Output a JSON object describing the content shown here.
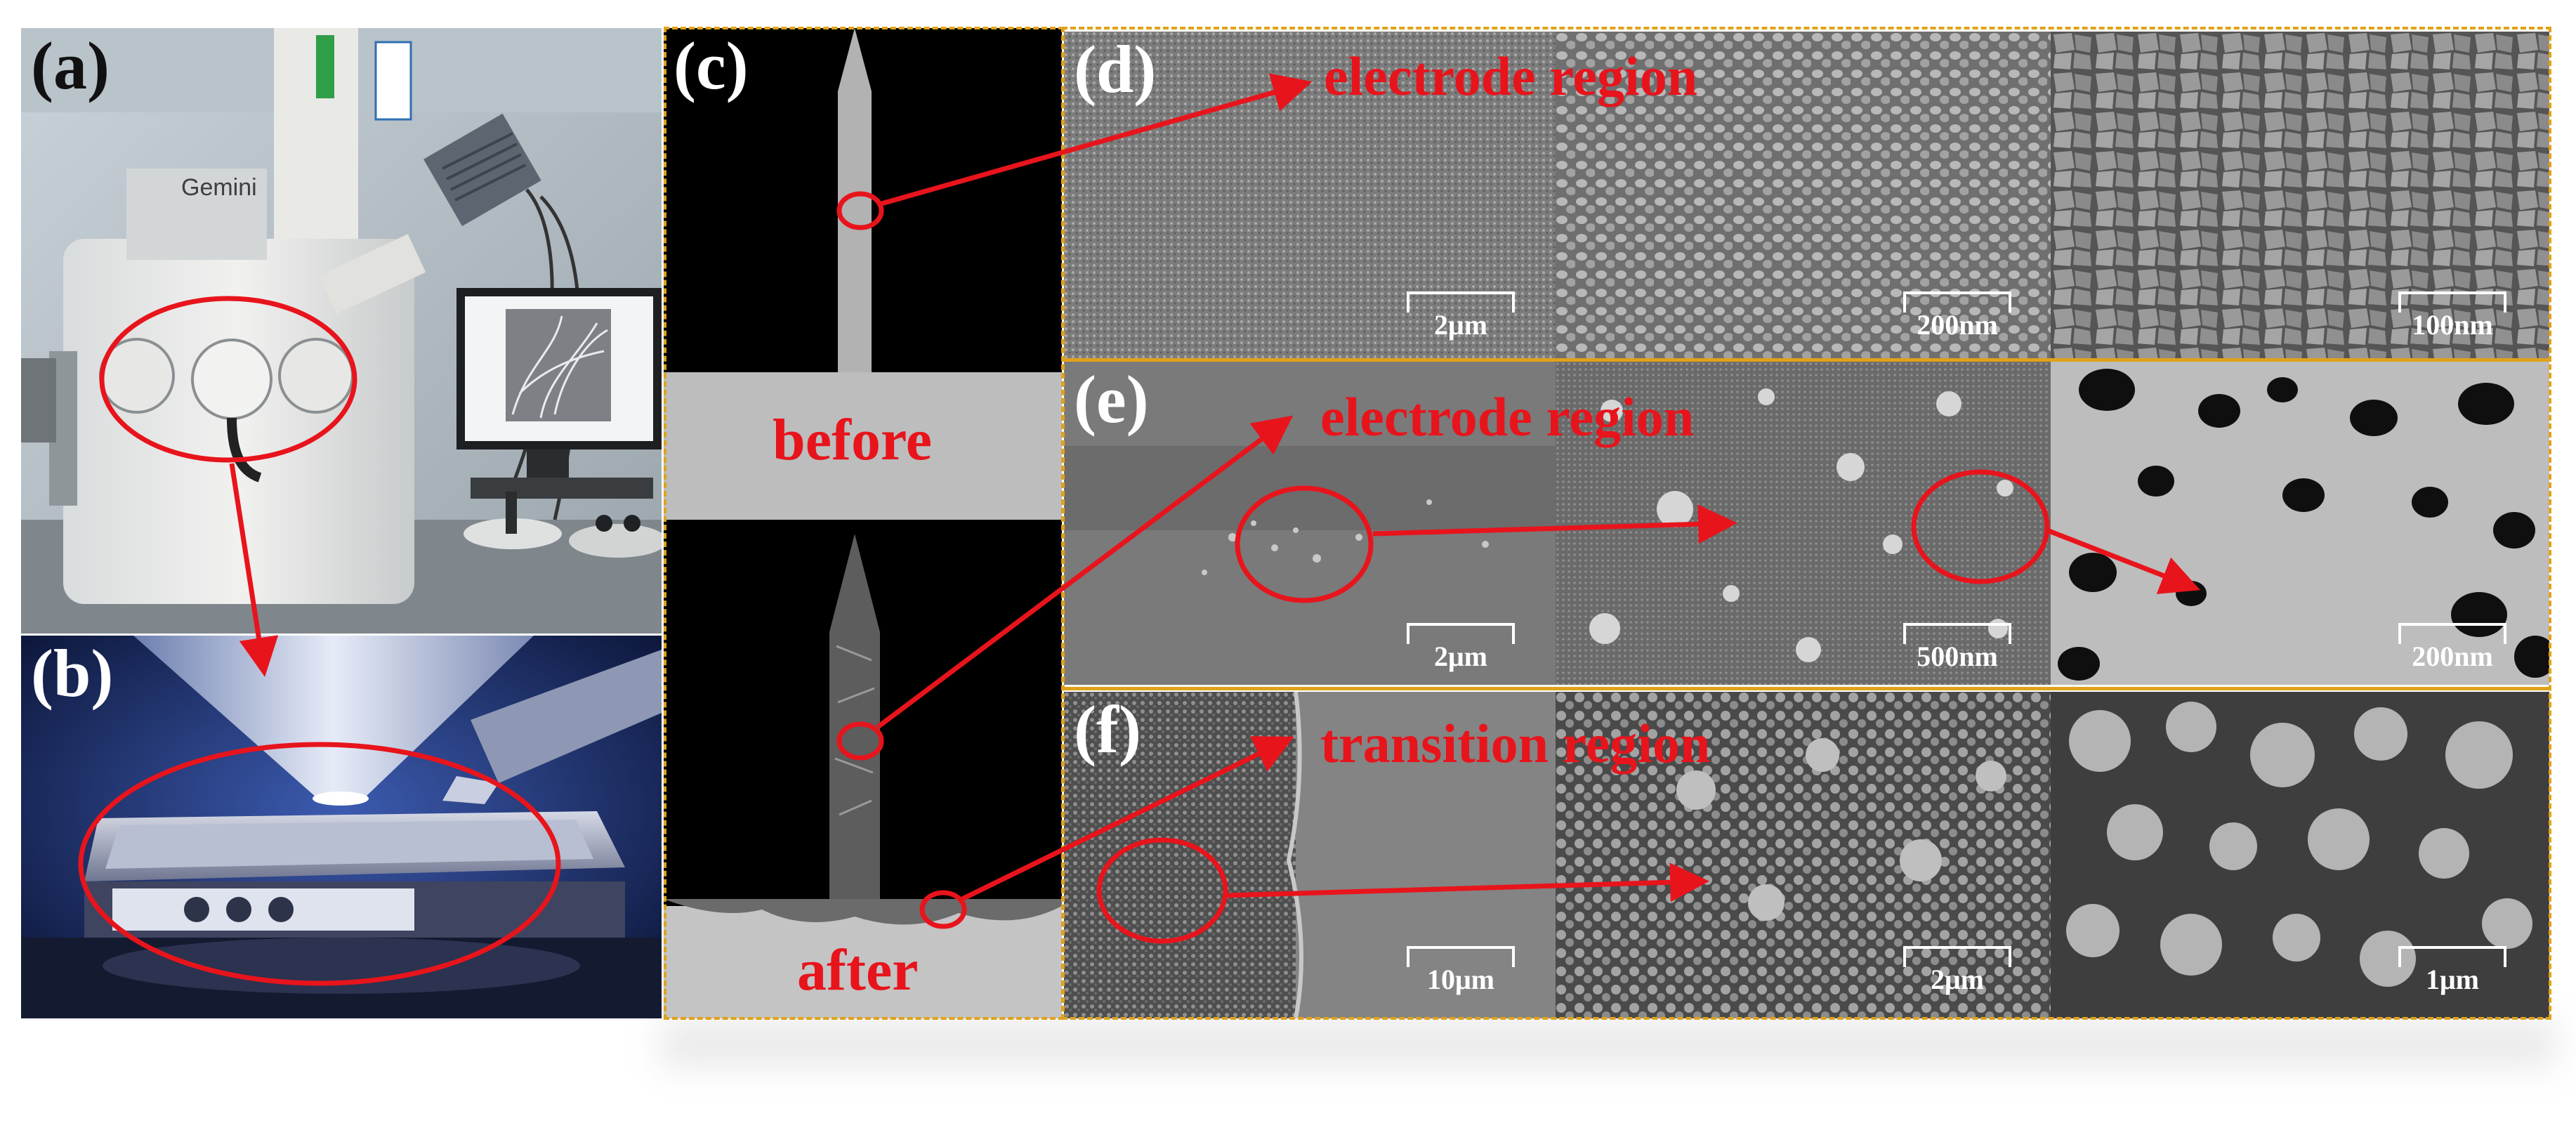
{
  "panels": {
    "a": {
      "label": "(a)",
      "instrument_text": "Gemini"
    },
    "b": {
      "label": "(b)"
    },
    "c": {
      "label": "(c)",
      "before": "before",
      "after": "after"
    },
    "d": {
      "label": "(d)",
      "caption": "electrode region",
      "scales": [
        "2μm",
        "200nm",
        "100nm"
      ]
    },
    "e": {
      "label": "(e)",
      "caption": "electrode region",
      "scales": [
        "2μm",
        "500nm",
        "200nm"
      ]
    },
    "f": {
      "label": "(f)",
      "caption": "transition region",
      "scales": [
        "10μm",
        "2μm",
        "1μm"
      ]
    }
  },
  "colors": {
    "annotation": "#e8141c",
    "frame": "#e0a21a"
  }
}
